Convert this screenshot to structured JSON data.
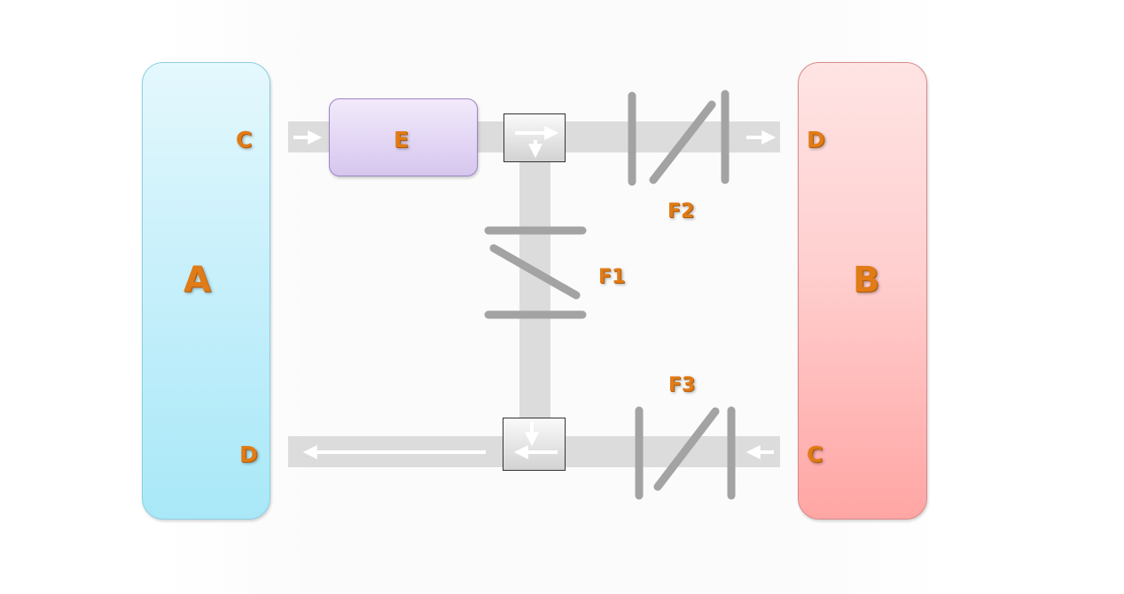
{
  "diagram": {
    "block_a": {
      "label": "A",
      "port_top": "C",
      "port_bottom": "D",
      "color": "#c8f0fb"
    },
    "block_b": {
      "label": "B",
      "port_top": "D",
      "port_bottom": "C",
      "color": "#ffcfcf"
    },
    "block_e": {
      "label": "E",
      "color": "#d6c6ee"
    },
    "filters": {
      "f1": "F1",
      "f2": "F2",
      "f3": "F3"
    },
    "label_color": "#e07b16",
    "beam_color": "#dcdcdc",
    "optic_color": "#a3a3a3"
  }
}
